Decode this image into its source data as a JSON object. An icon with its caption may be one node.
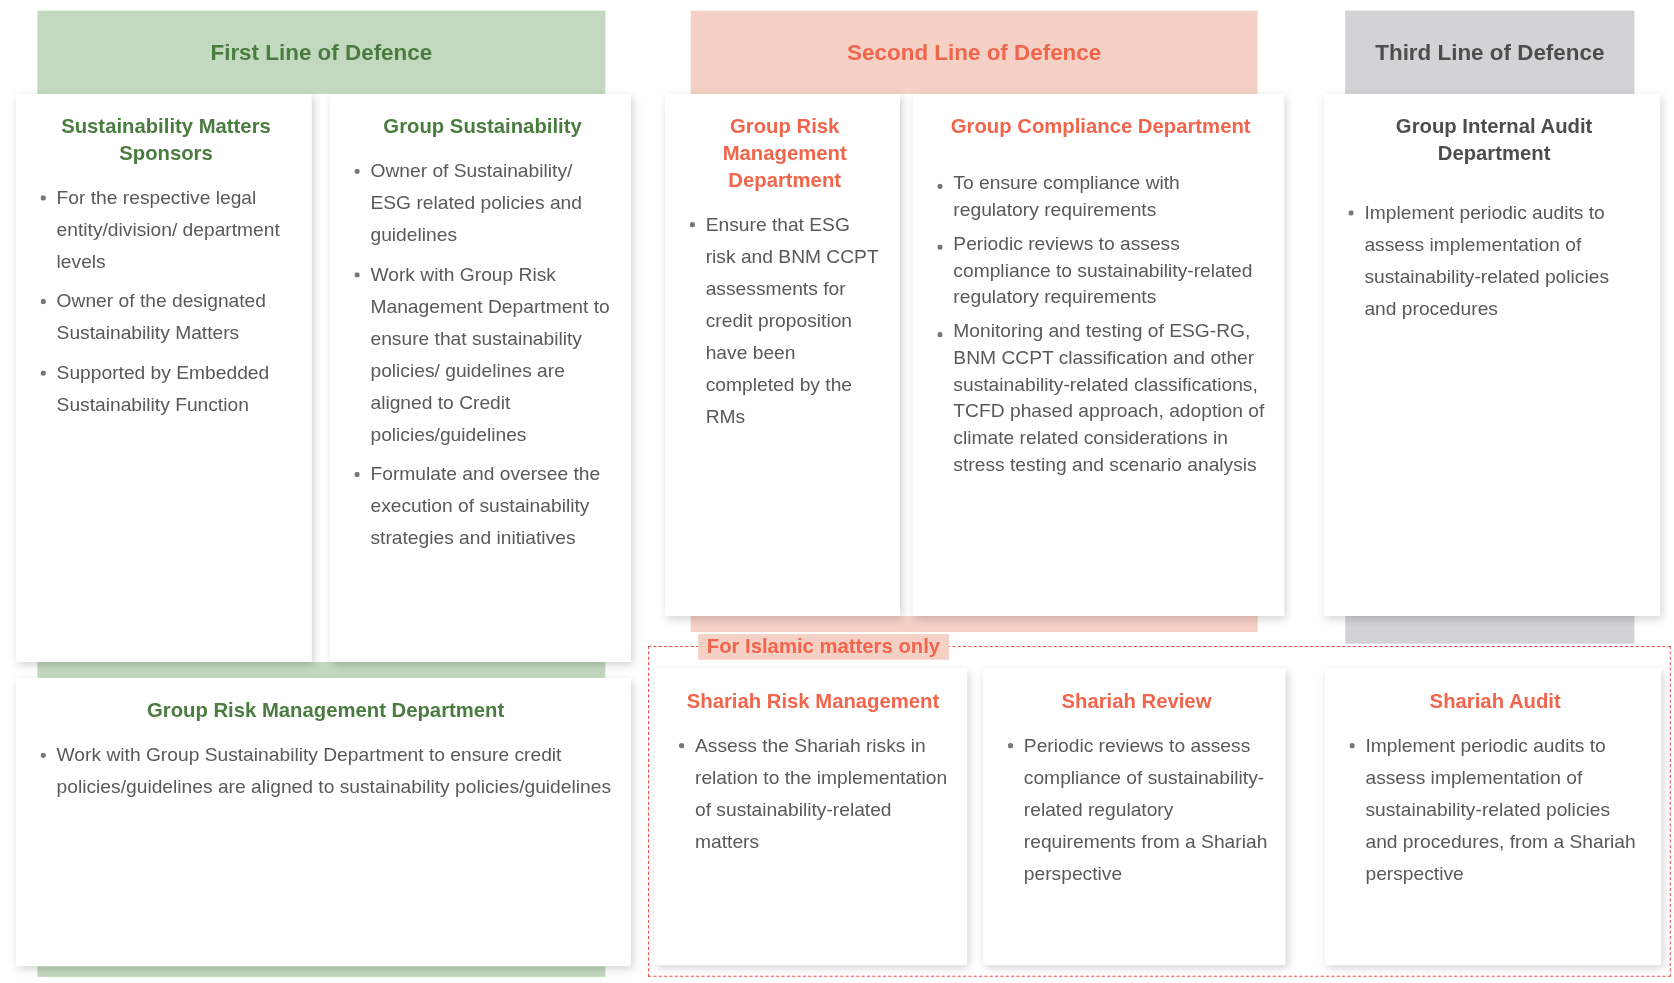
{
  "diagram": {
    "nodes": [
      {
        "text": [
          "First Line of Defence"
        ]
      },
      {
        "text": [
          "Sustainability Matters Sponsors",
          "For the respective legal entity/division/ department levels",
          "Owner of the designated Sustainability Matters",
          "Supported by Embedded Sustainability Function"
        ]
      },
      {
        "text": [
          "Group Sustainability",
          "Owner of Sustainability/ ESG related policies and guidelines",
          "Work with Group Risk Management Department to ensure that sustainability policies/ guidelines are aligned to Credit policies/guidelines",
          "Formulate and oversee the execution of sustainability strategies and initiatives"
        ]
      },
      {
        "text": [
          "Second Line of Defence"
        ]
      },
      {
        "text": [
          "Group Risk Management Department",
          "Ensure that ESG risk and BNM CCPT assessments for credit proposition have been completed by the RMs"
        ]
      },
      {
        "text": [
          "Group Compliance Department",
          "To ensure compliance with regulatory requirements",
          "Periodic reviews to assess compliance to sustainability-related regulatory requirements",
          "Monitoring and testing of ESG-RG, BNM CCPT classification and other sustainability-related classifications, TCFD phased approach, adoption of climate related considerations in stress testing and scenario analysis"
        ]
      },
      {
        "text": [
          "Third Line of Defence"
        ]
      },
      {
        "text": [
          "Group Internal Audit Department",
          "Implement periodic audits to assess implementation of sustainability-related policies and procedures"
        ]
      },
      {
        "text": [
          "Group Risk Management Department",
          "Work with Group Sustainability Department to ensure credit policies/guidelines are aligned to sustainability policies/guidelines"
        ]
      },
      {
        "text": [
          "For Islamic matters only"
        ]
      },
      {
        "text": [
          "Shariah Risk Management",
          "Assess the Shariah risks in relation to the implementation of sustainability-related matters"
        ],
        "in": 9
      },
      {
        "text": [
          "Shariah Review",
          "Periodic reviews to assess compliance of sustainability-related regulatory requirements from a Shariah perspective"
        ],
        "in": 9
      },
      {
        "text": [
          "Shariah Audit",
          "Implement periodic audits to assess implementation of sustainability-related policies and procedures, from a Shariah perspective"
        ],
        "in": 9
      }
    ],
    "edges": []
  }
}
